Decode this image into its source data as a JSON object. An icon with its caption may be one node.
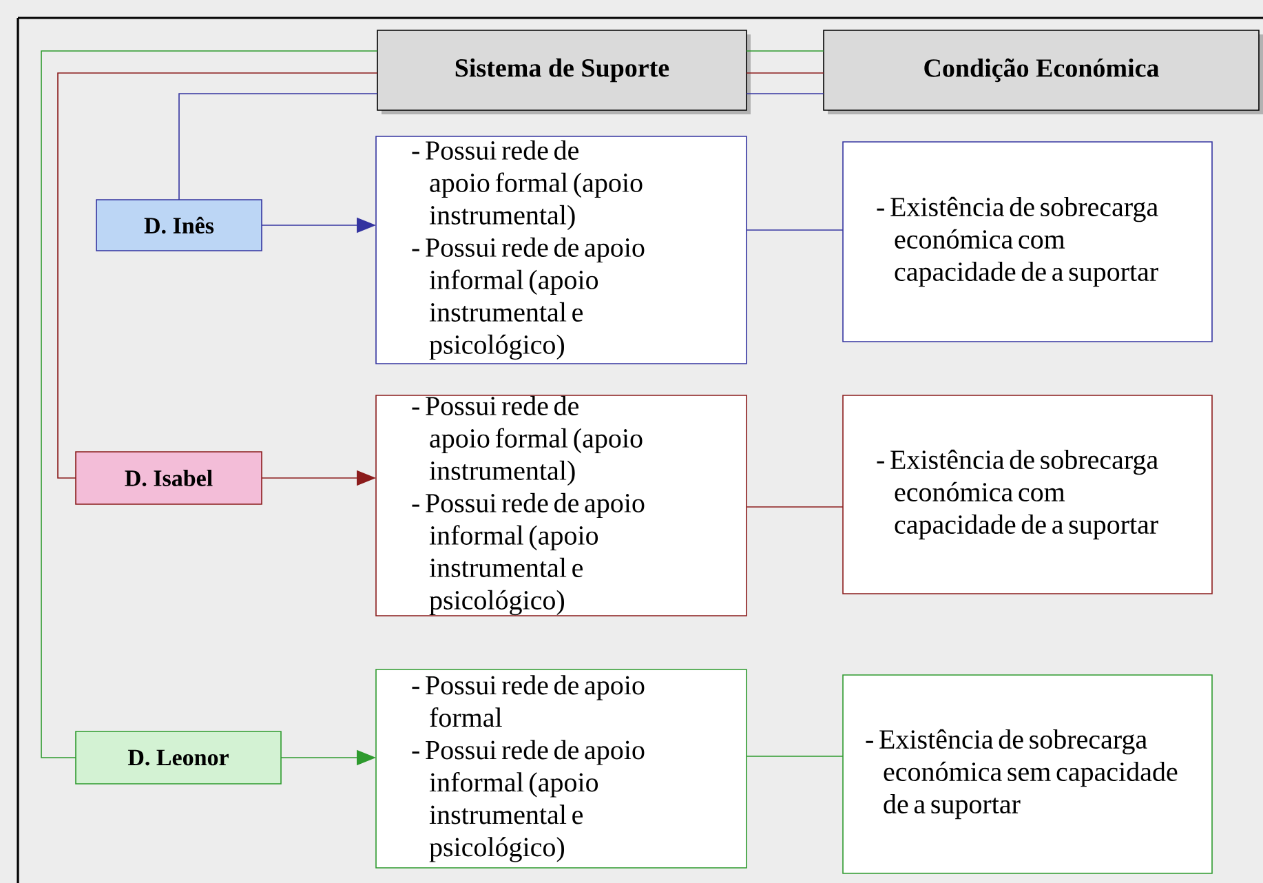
{
  "diagram": {
    "nodes": [
      {
        "text": [
          "Sistema de Suporte"
        ]
      },
      {
        "text": [
          "Condição Económica"
        ]
      },
      {
        "text": [
          "D. Inês"
        ]
      },
      {
        "text": [
          "- Possui rede de apoio formal (apoio instrumental)",
          "- Possui rede de apoio informal (apoio instrumental e psicológico)"
        ]
      },
      {
        "text": [
          "- Existência de sobrecarga económica com capacidade de a suportar"
        ]
      },
      {
        "text": [
          "D. Isabel"
        ]
      },
      {
        "text": [
          "- Possui rede de apoio formal (apoio instrumental)",
          "- Possui rede de apoio informal (apoio instrumental e psicológico)"
        ]
      },
      {
        "text": [
          "- Existência de sobrecarga económica com capacidade de a suportar"
        ]
      },
      {
        "text": [
          "D. Leonor"
        ]
      },
      {
        "text": [
          "- Possui rede de apoio formal",
          "- Possui rede de apoio informal (apoio instrumental e psicológico)"
        ]
      },
      {
        "text": [
          "- Existência de sobrecarga económica sem capacidade de a suportar"
        ]
      }
    ],
    "edges": [
      {
        "from": 0,
        "to": 1,
        "arrow": "none",
        "color": "#2e9a2e"
      },
      {
        "from": 0,
        "to": 1,
        "arrow": "none",
        "color": "#8b1c1c"
      },
      {
        "from": 0,
        "to": 1,
        "arrow": "none",
        "color": "#3434a0"
      },
      {
        "from": 0,
        "to": 2,
        "arrow": "none",
        "color": "#3434a0"
      },
      {
        "from": 0,
        "to": 5,
        "arrow": "none",
        "color": "#8b1c1c"
      },
      {
        "from": 0,
        "to": 8,
        "arrow": "none",
        "color": "#2e9a2e"
      },
      {
        "from": 2,
        "to": 3,
        "arrow": "to",
        "color": "#3434a0"
      },
      {
        "from": 3,
        "to": 4,
        "arrow": "none",
        "color": "#3434a0"
      },
      {
        "from": 5,
        "to": 6,
        "arrow": "to",
        "color": "#8b1c1c"
      },
      {
        "from": 6,
        "to": 7,
        "arrow": "none",
        "color": "#8b1c1c"
      },
      {
        "from": 8,
        "to": 9,
        "arrow": "to",
        "color": "#2e9a2e"
      },
      {
        "from": 9,
        "to": 10,
        "arrow": "none",
        "color": "#2e9a2e"
      }
    ]
  }
}
